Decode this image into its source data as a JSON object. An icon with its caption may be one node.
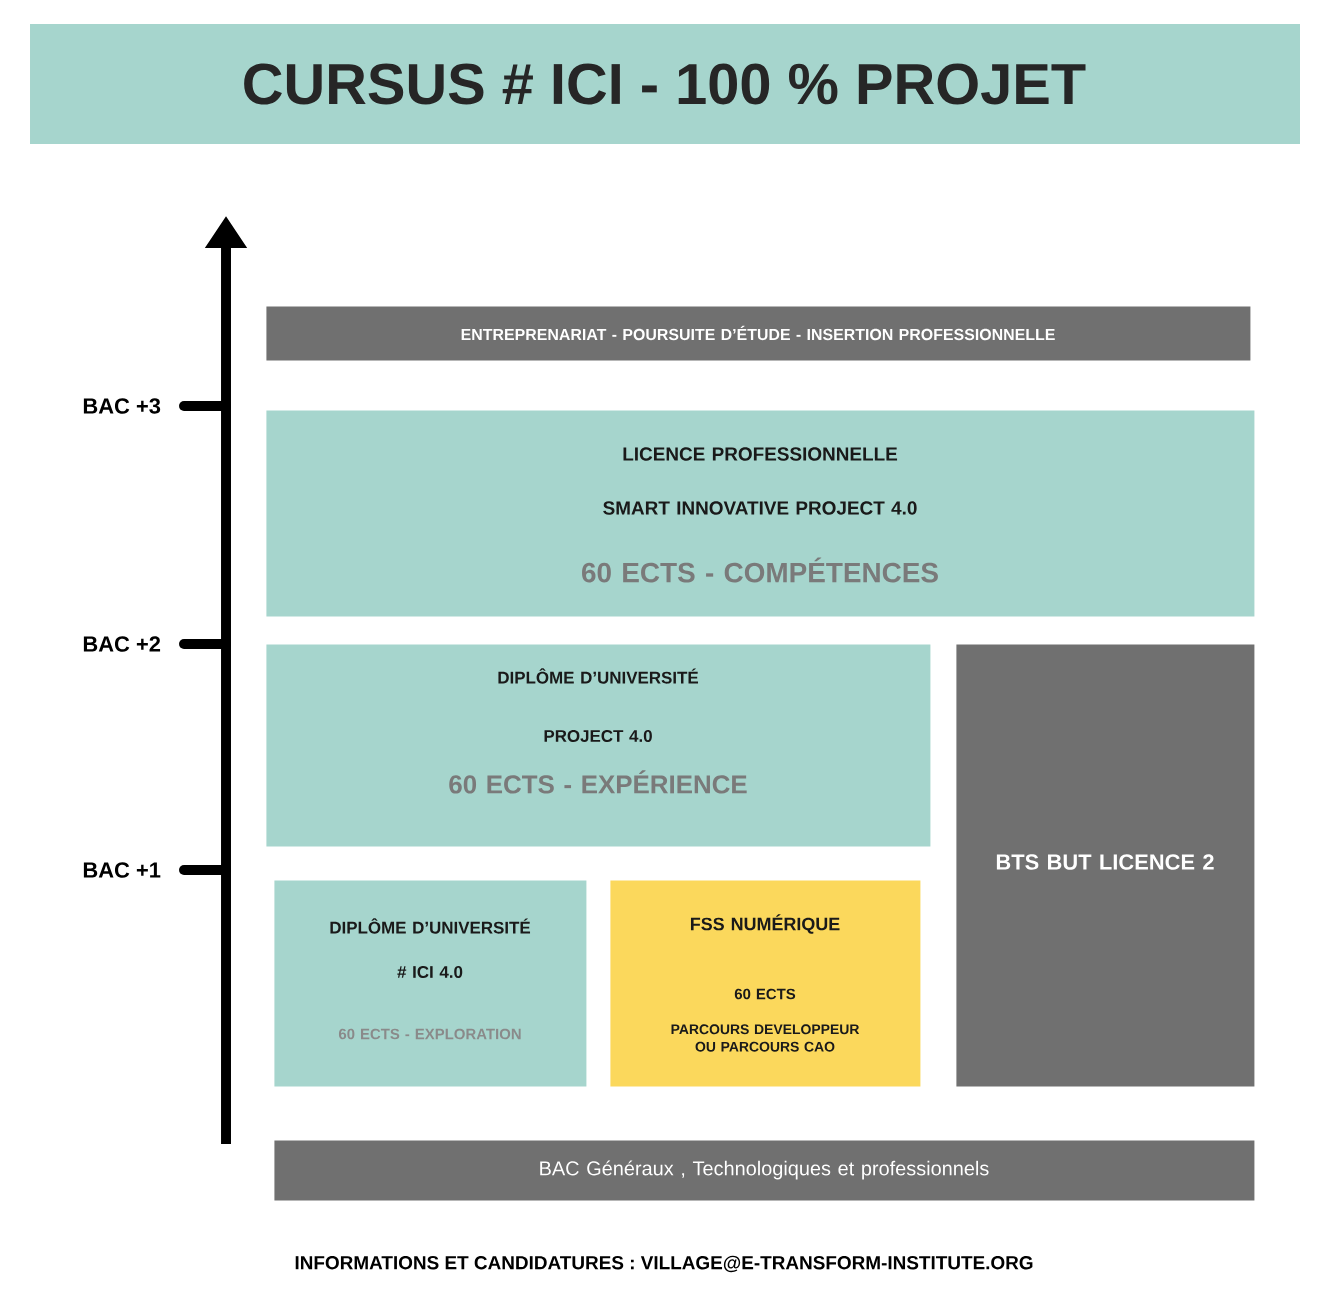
{
  "diagram": {
    "title": "CURSUS # ICI - 100 % PROJET",
    "nodes": [
      {
        "text": [
          "ENTREPRENARIAT - POURSUITE D’ÉTUDE - INSERTION PROFESSIONNELLE"
        ]
      },
      {
        "text": [
          "LICENCE PROFESSIONNELLE",
          "SMART INNOVATIVE PROJECT 4.0",
          "60 ECTS - COMPÉTENCES"
        ]
      },
      {
        "text": [
          "DIPLÔME D’UNIVERSITÉ",
          "PROJECT 4.0",
          "60 ECTS - EXPÉRIENCE"
        ]
      },
      {
        "text": [
          "BTS BUT LICENCE 2"
        ]
      },
      {
        "text": [
          "DIPLÔME D’UNIVERSITÉ",
          "# ICI 4.0",
          "60 ECTS - EXPLORATION"
        ]
      },
      {
        "text": [
          "FSS NUMÉRIQUE",
          "60 ECTS",
          "PARCOURS DEVELOPPEUR OU PARCOURS CAO"
        ]
      },
      {
        "text": [
          "BAC Généraux , Technologiques et professionnels"
        ]
      }
    ],
    "labels": [
      "BAC +3",
      "BAC +2",
      "BAC +1",
      "INFORMATIONS ET CANDIDATURES : VILLAGE@E-TRANSFORM-INSTITUTE.ORG"
    ]
  }
}
